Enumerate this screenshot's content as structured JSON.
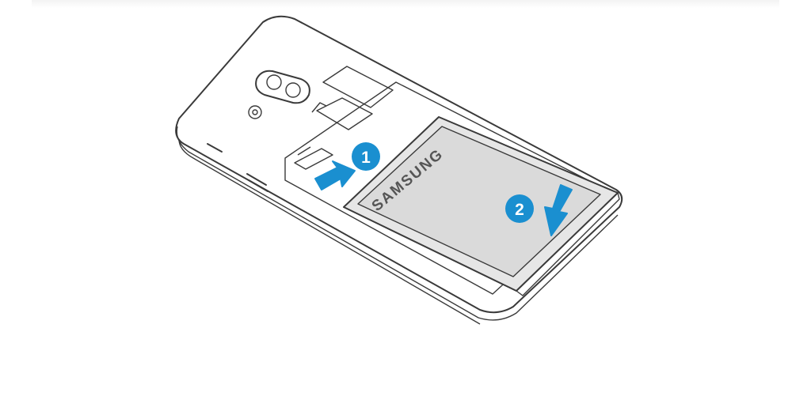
{
  "diagram": {
    "brand_text": "SAMSUNG",
    "steps": [
      {
        "number": "1",
        "action": "slide-in"
      },
      {
        "number": "2",
        "action": "press-down"
      }
    ],
    "colors": {
      "accent": "#1a8fd0",
      "outline": "#3a3a3a",
      "battery_fill": "#e6e6e6",
      "battery_inner": "#d9d9d9",
      "background": "#ffffff"
    },
    "icons": [
      "phone-body",
      "battery",
      "arrow-right-icon",
      "arrow-down-icon"
    ]
  }
}
